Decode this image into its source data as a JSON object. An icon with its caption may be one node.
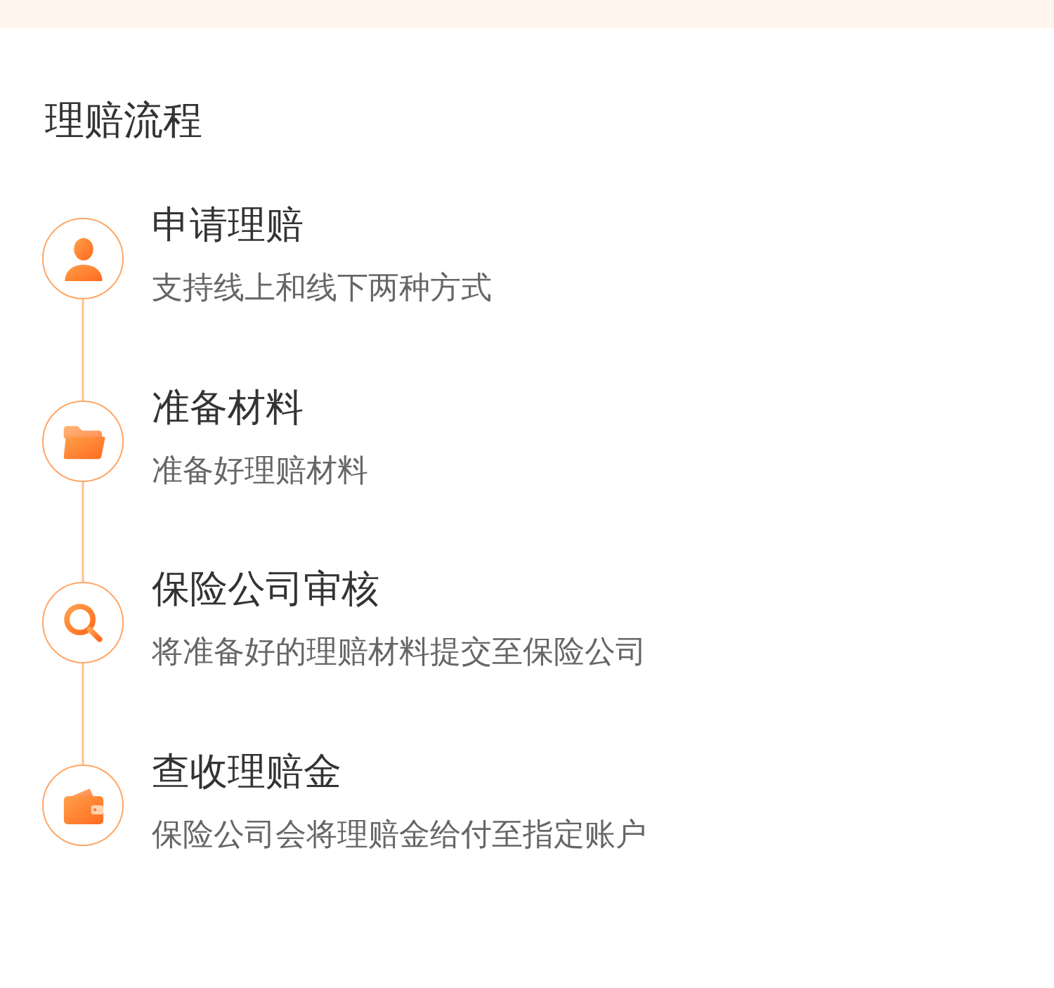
{
  "diagram": {
    "title": "理赔流程",
    "nodes": [
      {
        "text": [],
        "shape": "circle",
        "beside": [
          "申请理赔",
          "支持线上和线下两种方式"
        ]
      },
      {
        "text": [],
        "shape": "circle",
        "beside": [
          "准备材料",
          "准备好理赔材料"
        ]
      },
      {
        "text": [],
        "shape": "circle",
        "beside": [
          "保险公司审核",
          "将准备好的理赔材料提交至保险公司"
        ]
      },
      {
        "text": [],
        "shape": "circle",
        "beside": [
          "查收理赔金",
          "保险公司会将理赔金给付至指定账户"
        ]
      }
    ],
    "edges": [
      {
        "from": 0,
        "to": 1,
        "arrow": "none"
      },
      {
        "from": 1,
        "to": 2,
        "arrow": "none"
      },
      {
        "from": 2,
        "to": 3,
        "arrow": "none"
      }
    ]
  }
}
